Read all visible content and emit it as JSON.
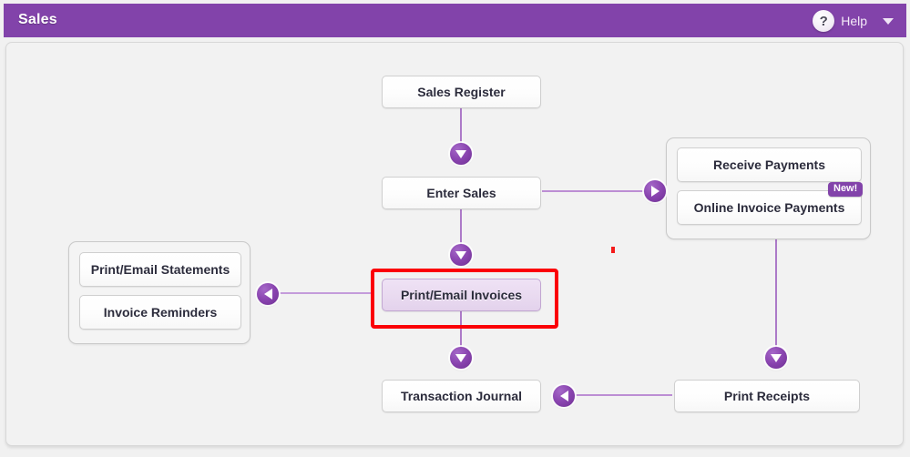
{
  "window": {
    "title": "Sales",
    "help": {
      "icon": "question-mark-circle-icon",
      "label": "Help",
      "caret": "chevron-down-icon"
    }
  },
  "flowchart": {
    "nodes": [
      {
        "id": "sales-register",
        "label": "Sales Register"
      },
      {
        "id": "enter-sales",
        "label": "Enter Sales"
      },
      {
        "id": "print-email-invoices",
        "label": "Print/Email Invoices",
        "selected": true,
        "highlighted": true
      },
      {
        "id": "transaction-journal",
        "label": "Transaction Journal"
      },
      {
        "id": "print-receipts",
        "label": "Print Receipts"
      },
      {
        "id": "receive-payments",
        "label": "Receive Payments"
      },
      {
        "id": "online-invoice-payments",
        "label": "Online Invoice Payments",
        "badge": "New!"
      },
      {
        "id": "print-email-statements",
        "label": "Print/Email Statements"
      },
      {
        "id": "invoice-reminders",
        "label": "Invoice Reminders"
      }
    ],
    "connectors": [
      {
        "id": "sales-register-to-enter-sales",
        "direction": "down"
      },
      {
        "id": "enter-sales-to-print-email-invoices",
        "direction": "down"
      },
      {
        "id": "enter-sales-to-receive-payments",
        "direction": "right"
      },
      {
        "id": "statements-group-to-print-email-invoices",
        "direction": "left"
      },
      {
        "id": "print-email-invoices-to-transaction-journal",
        "direction": "down"
      },
      {
        "id": "payments-group-to-print-receipts",
        "direction": "down"
      },
      {
        "id": "print-receipts-to-transaction-journal",
        "direction": "left"
      }
    ]
  },
  "colors": {
    "brand_purple": "#8243aa",
    "connector_purple": "#9a5bbd",
    "highlight_red": "#fb0007",
    "selected_node_fill": "#e8d9ef",
    "canvas_background": "#f2f2f2"
  }
}
